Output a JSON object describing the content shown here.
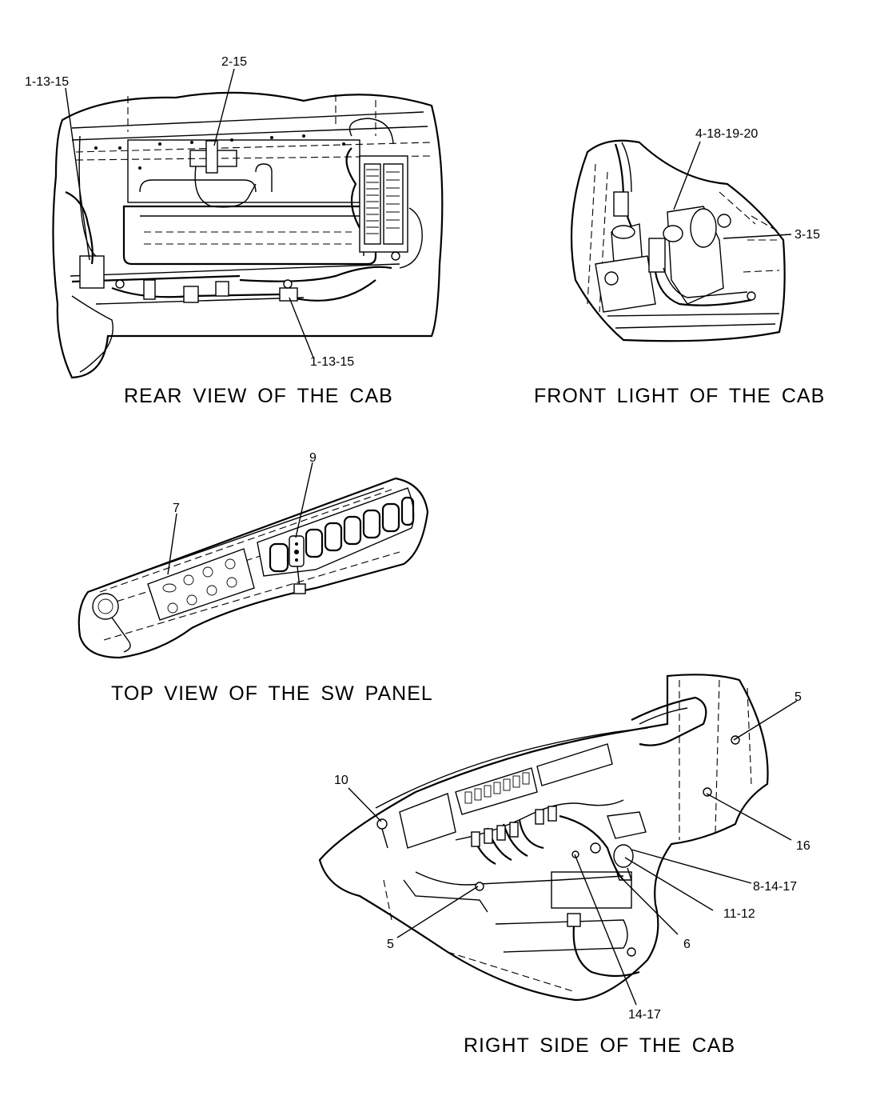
{
  "titles": {
    "rear": "REAR VIEW OF THE CAB",
    "front": "FRONT LIGHT OF THE CAB",
    "top": "TOP VIEW OF THE SW PANEL",
    "right": "RIGHT SIDE OF THE CAB"
  },
  "callouts": {
    "rear_top_left": "1-13-15",
    "rear_top": "2-15",
    "rear_bottom": "1-13-15",
    "front_top": "4-18-19-20",
    "front_right": "3-15",
    "panel_7": "7",
    "panel_9": "9",
    "side_5_top": "5",
    "side_10": "10",
    "side_16": "16",
    "side_8": "8-14-17",
    "side_11": "11-12",
    "side_6": "6",
    "side_5_bottom": "5",
    "side_14": "14-17"
  }
}
